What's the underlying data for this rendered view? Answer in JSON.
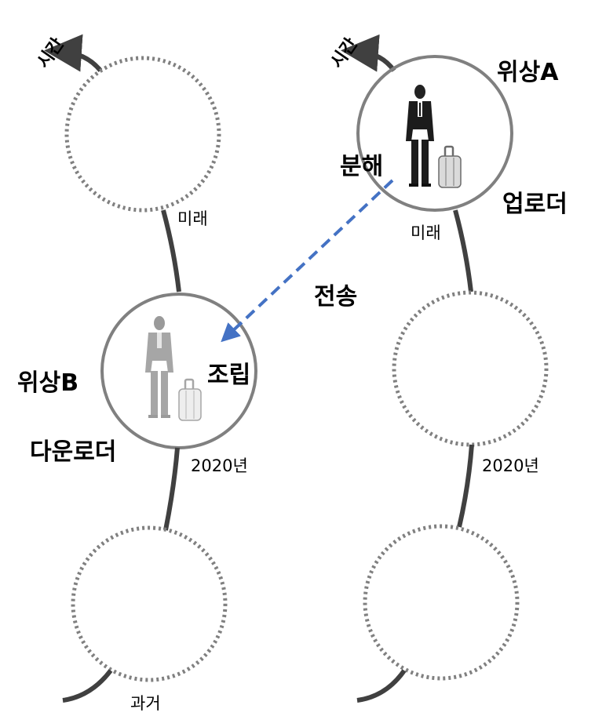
{
  "left_timeline": {
    "time_label": "시간",
    "future_label": "미래",
    "year_label": "2020년",
    "past_label": "과거",
    "phase_label": "위상B",
    "device_label": "다운로더",
    "action_label": "조립"
  },
  "right_timeline": {
    "time_label": "시간",
    "phase_label": "위상A",
    "action_label": "분해",
    "device_label": "업로더",
    "future_label": "미래",
    "year_label": "2020년"
  },
  "transfer_label": "전송",
  "colors": {
    "timeline": "#404040",
    "solid_circle": "#808080",
    "dotted_circle": "#808080",
    "transfer_arrow": "#4472c4"
  }
}
